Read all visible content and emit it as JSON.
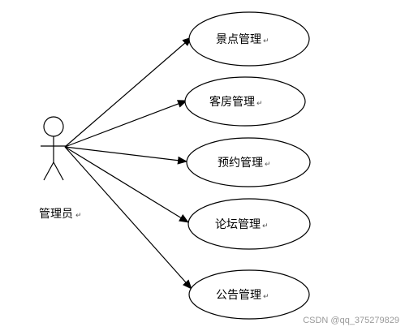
{
  "actor": {
    "label": "管理员"
  },
  "use_cases": [
    {
      "label": "景点管理"
    },
    {
      "label": "客房管理"
    },
    {
      "label": "预约管理"
    },
    {
      "label": "论坛管理"
    },
    {
      "label": "公告管理"
    }
  ],
  "paragraph_mark": "↵",
  "watermark": "CSDN @qq_375279829"
}
